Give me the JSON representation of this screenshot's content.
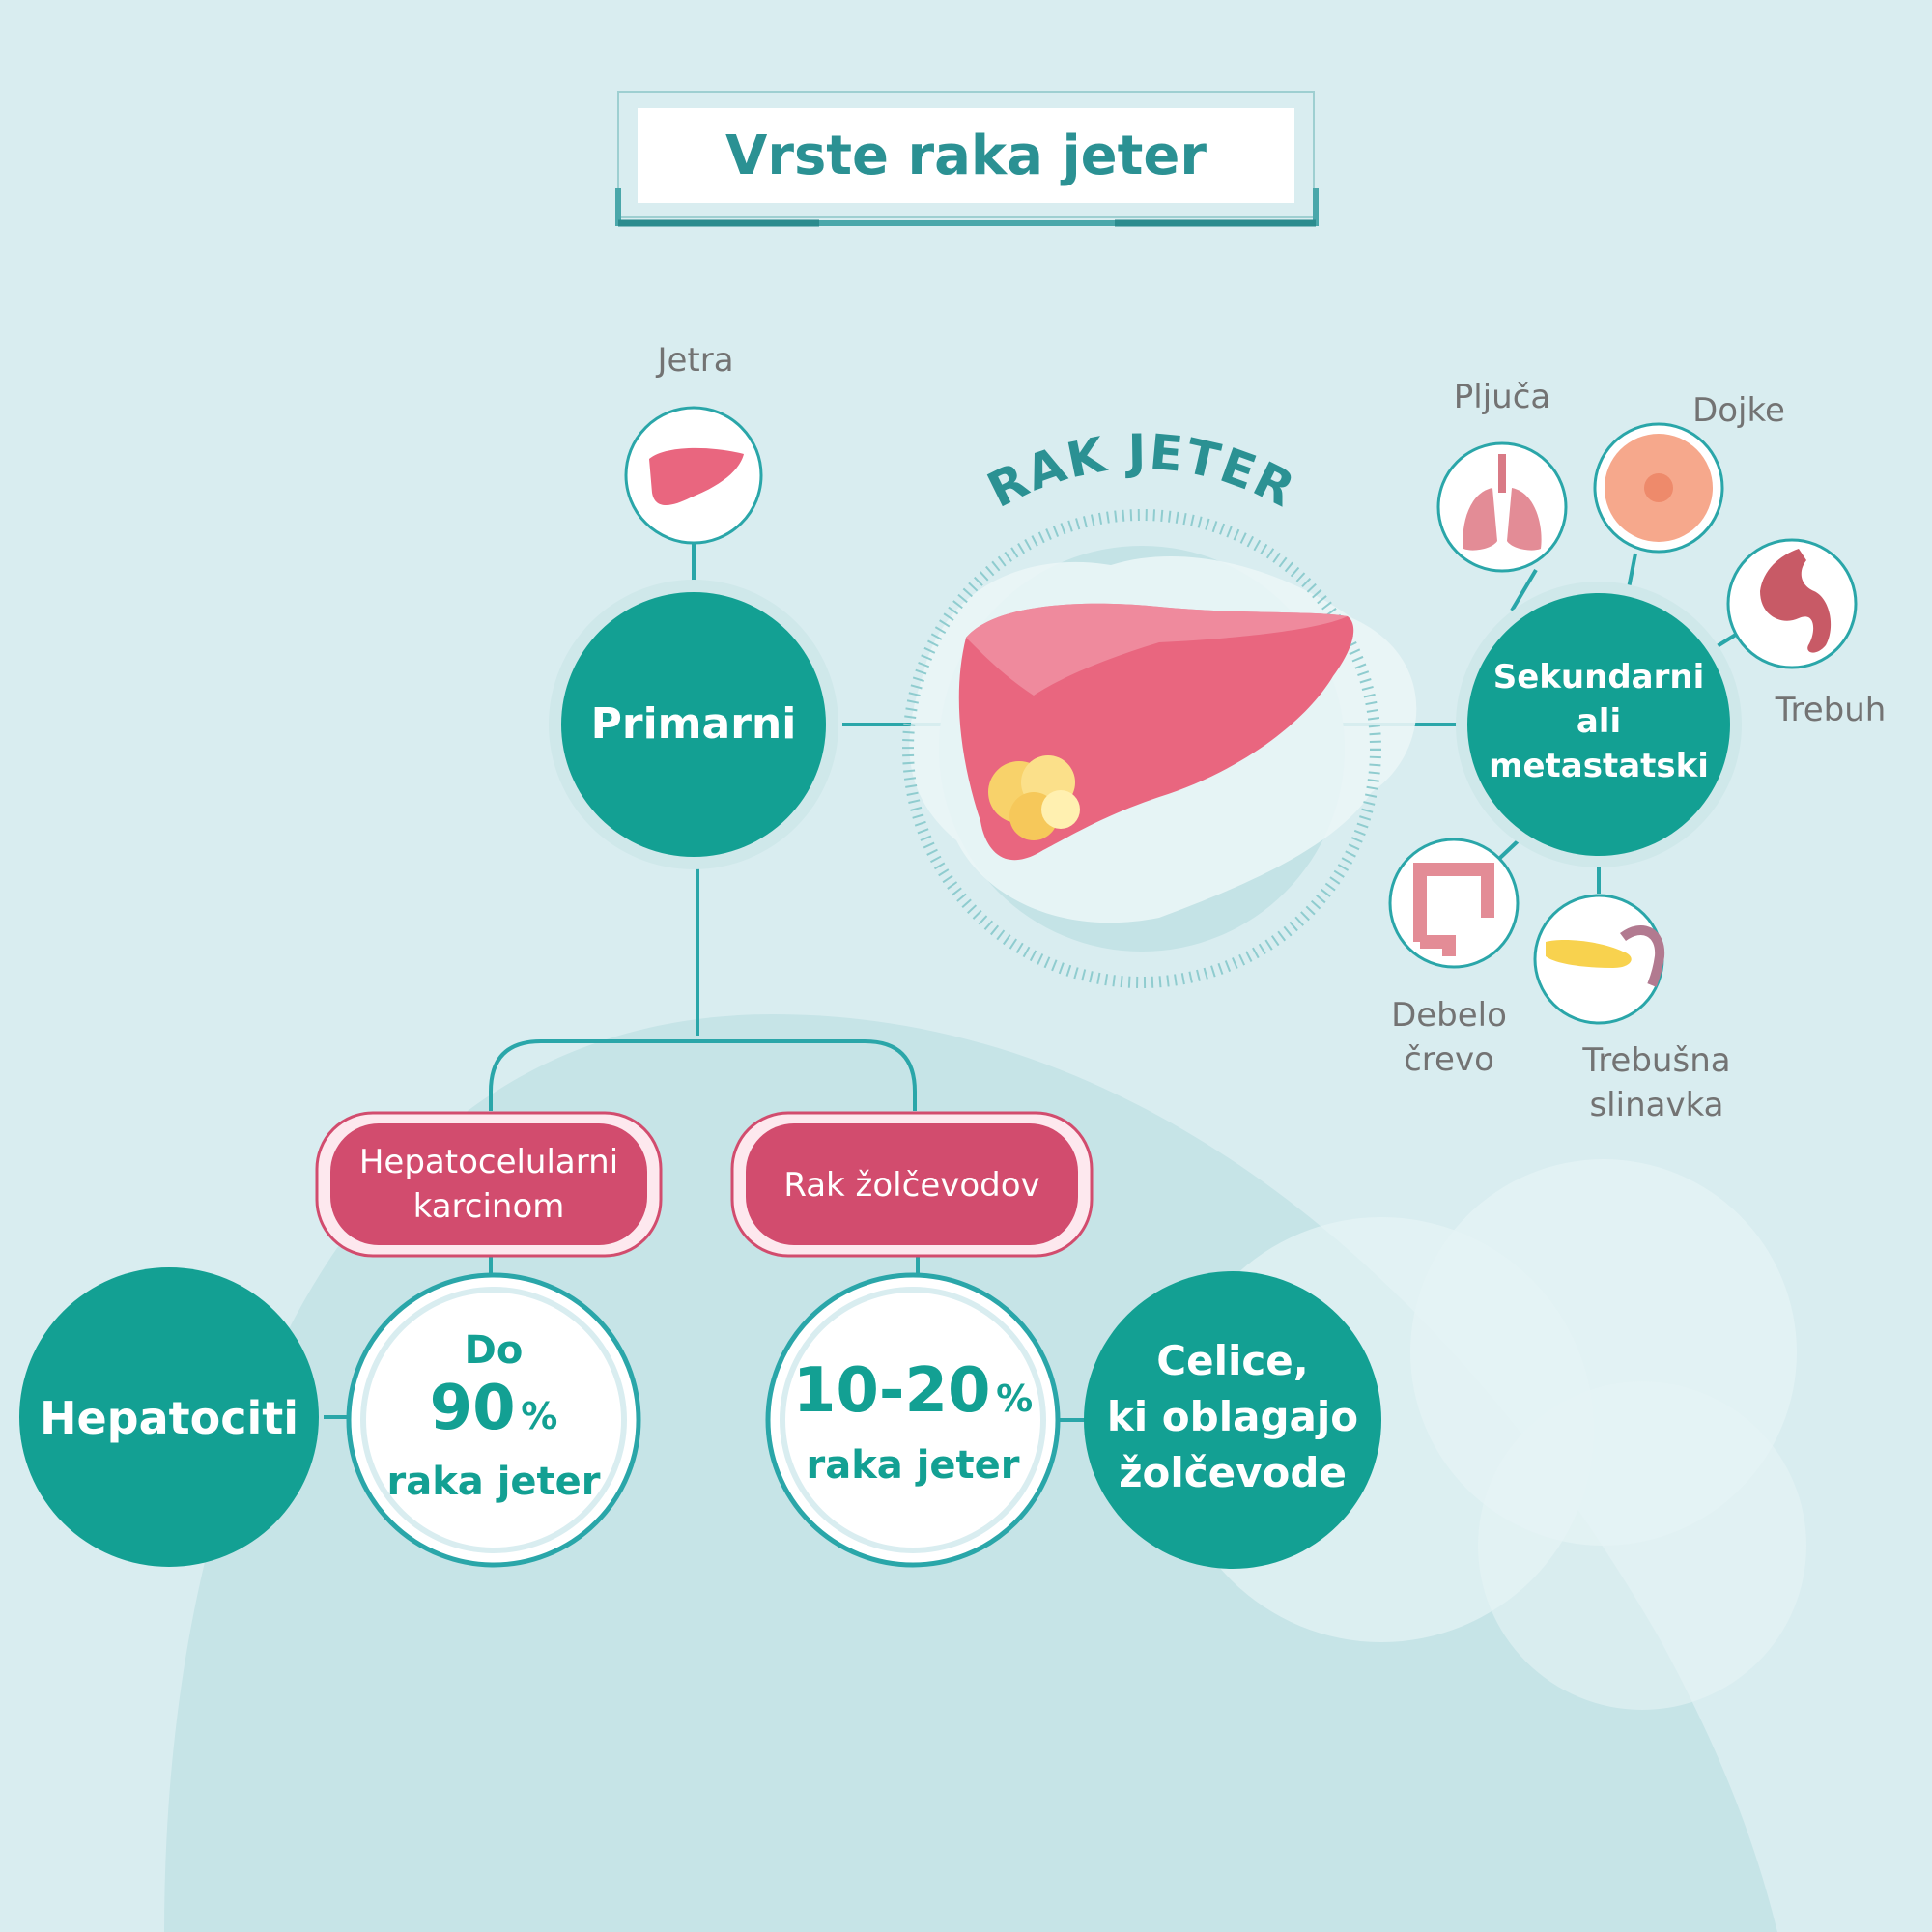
{
  "title": "Vrste raka jeter",
  "center": {
    "label": "RAK JETER"
  },
  "primary": {
    "label": "Primarni",
    "organ_label": "Jetra",
    "organ_icon": "liver-icon"
  },
  "secondary": {
    "label_line1": "Sekundarni",
    "label_line2": "ali",
    "label_line3": "metastatski",
    "organs": [
      {
        "label": "Pljuča",
        "icon": "lungs-icon"
      },
      {
        "label": "Dojke",
        "icon": "breast-icon"
      },
      {
        "label": "Trebuh",
        "icon": "stomach-icon"
      },
      {
        "label_line1": "Debelo",
        "label_line2": "črevo",
        "icon": "colon-icon"
      },
      {
        "label_line1": "Trebušna",
        "label_line2": "slinavka",
        "icon": "pancreas-icon"
      }
    ]
  },
  "types": [
    {
      "label_line1": "Hepatocelularni",
      "label_line2": "karcinom",
      "stat_prefix": "Do",
      "stat_value": "90",
      "stat_unit": "%",
      "stat_suffix": "raka jeter",
      "cell_label": "Hepatociti"
    },
    {
      "label": "Rak žolčevodov",
      "stat_value": "10-20",
      "stat_unit": "%",
      "stat_suffix": "raka jeter",
      "cell_line1": "Celice,",
      "cell_line2": "ki oblagajo",
      "cell_line3": "žolčevode"
    }
  ],
  "colors": {
    "background": "#d9edf0",
    "teal": "#13a093",
    "line": "#2aa6a9",
    "pink": "#d24c6e",
    "liver": "#e9667f",
    "title": "#2b9193"
  }
}
